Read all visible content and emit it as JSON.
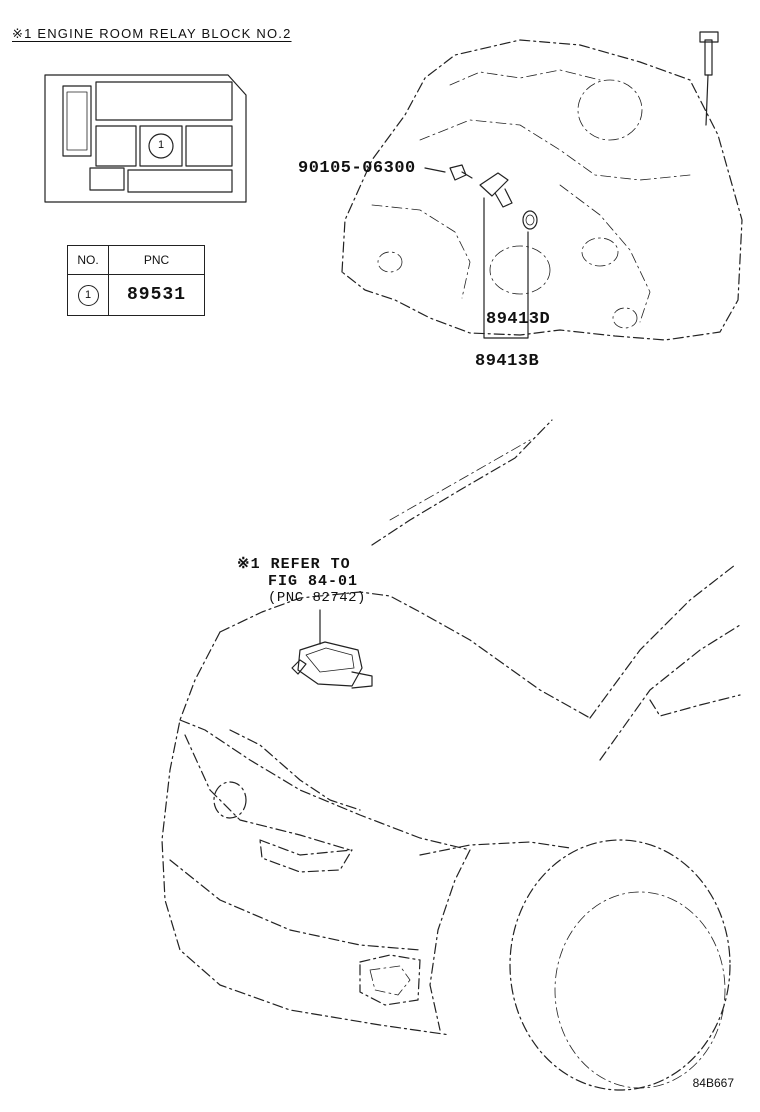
{
  "relay_block": {
    "title": "※1 ENGINE  ROOM  RELAY  BLOCK  NO.2",
    "slot_label": "1"
  },
  "pnc_table": {
    "headers": [
      "NO.",
      "PNC"
    ],
    "rows": [
      {
        "no": "1",
        "pnc": "89531"
      }
    ]
  },
  "callouts": {
    "bolt": "90105-06300",
    "sensor_d": "89413D",
    "sensor_b": "89413B"
  },
  "reference_note": {
    "line1": "※1 REFER TO",
    "line2": "FIG 84-01",
    "line3": "(PNC 82742)"
  },
  "illustration_code": "84B667"
}
